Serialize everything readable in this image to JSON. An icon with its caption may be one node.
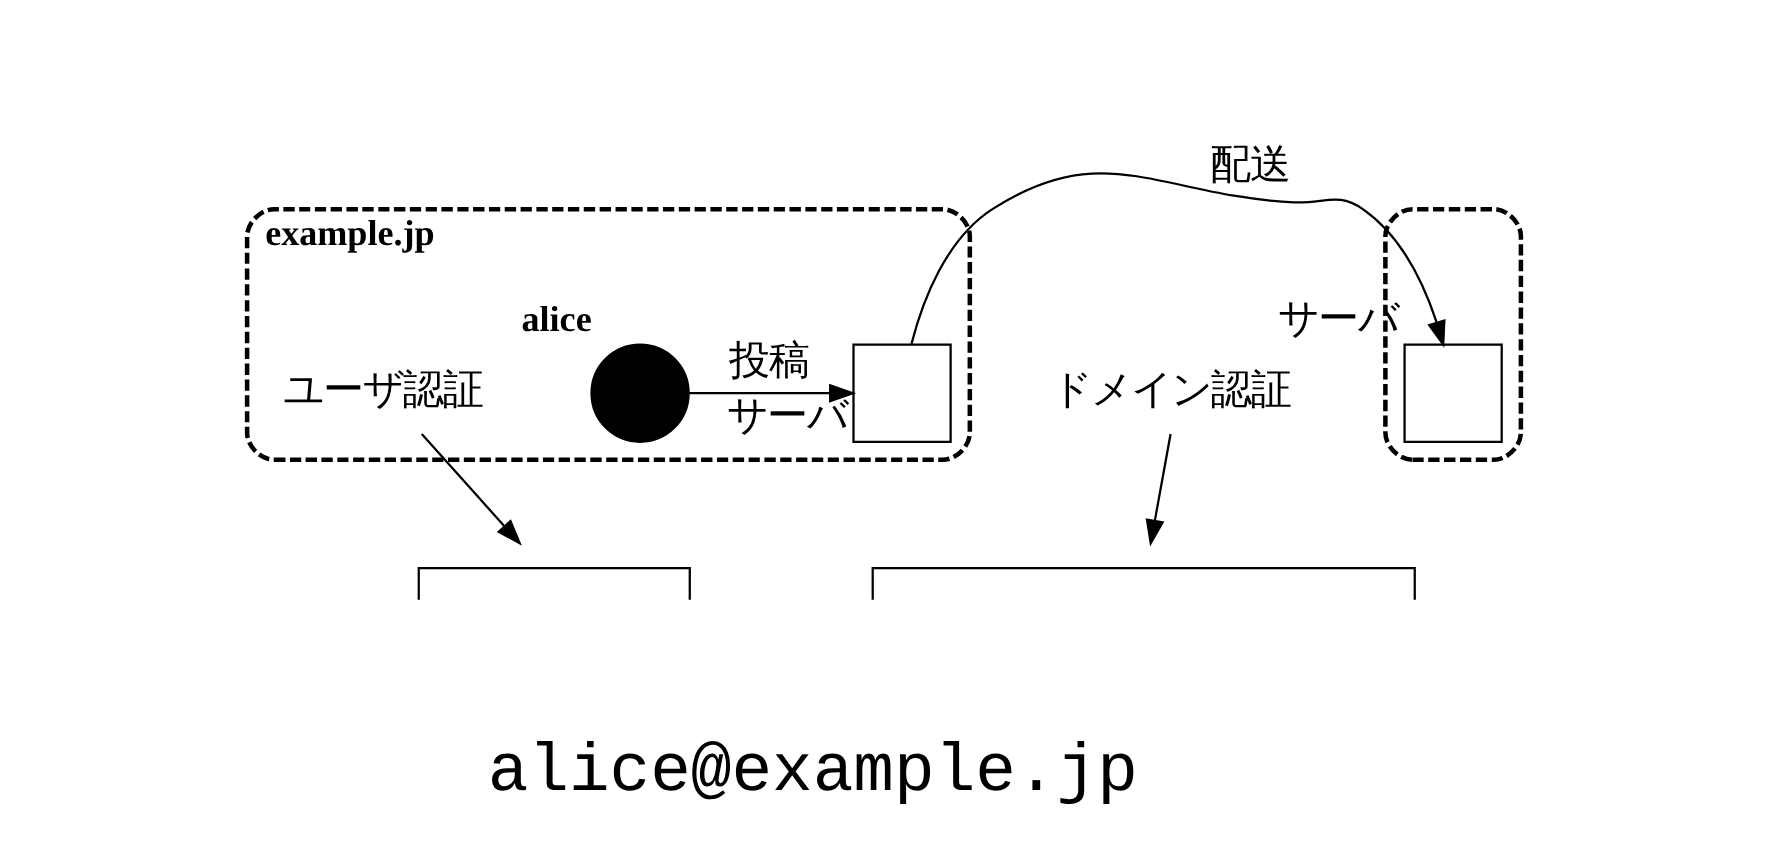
{
  "diagram": {
    "nodes": [
      {
        "text": [
          "example.jp"
        ]
      },
      {
        "text": [
          "alice"
        ],
        "in": 0
      },
      {
        "text": [
          "サーバ"
        ],
        "in": 0
      },
      {
        "text": [],
        "shape": "box"
      },
      {
        "text": [
          "サーバ"
        ],
        "in": 3
      },
      {
        "text": [
          "ユーザ認証"
        ],
        "in": 0
      },
      {
        "text": [
          "ドメイン認証"
        ]
      },
      {
        "text": [],
        "shape": "bracket"
      },
      {
        "text": [],
        "shape": "bracket"
      }
    ],
    "edges": [
      {
        "from": 1,
        "to": 2,
        "arrow": "to",
        "label": "投稿"
      },
      {
        "from": 2,
        "to": 4,
        "arrow": "to",
        "label": "配送"
      },
      {
        "from": 5,
        "to": 7,
        "arrow": "to"
      },
      {
        "from": 6,
        "to": 8,
        "arrow": "to"
      }
    ],
    "labels": [
      "alice@example.jp"
    ]
  }
}
